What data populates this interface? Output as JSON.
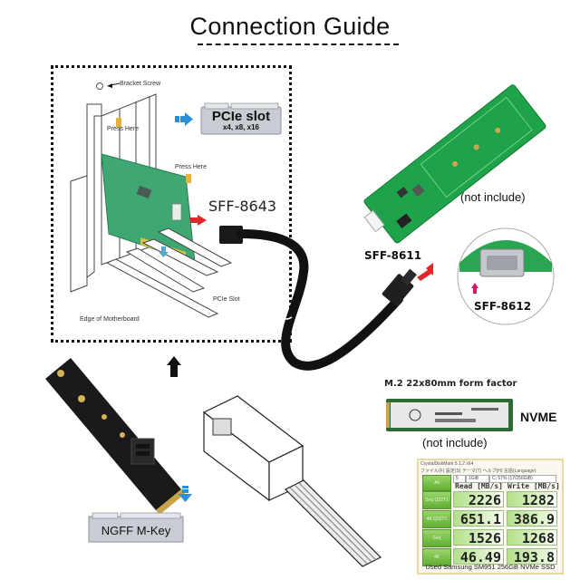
{
  "title": "Connection Guide",
  "pcie_section": {
    "bracket_screw": "Bracket Screw",
    "press_here_1": "Press Here",
    "press_here_2": "Press Here",
    "pcie_slot_label": "PCIe slot",
    "pcie_slot_sub": "x4, x8, x16",
    "pcie_slot_small": "PCIe Slot",
    "edge_of_motherboard": "Edge of Motherboard",
    "connector_label": "SFF-8643"
  },
  "adapter_board": {
    "label": "SFF-8611",
    "note": "(not include)",
    "inset_label": "SFF-8612"
  },
  "m2_adapter": {
    "slot_label": "NGFF M-Key"
  },
  "ssd": {
    "form_factor": "M.2 22x80mm form factor",
    "type_label": "NVME",
    "note": "(not include)"
  },
  "benchmark": {
    "window_title": "CrystalDiskMark 5.1.2 x64",
    "menu": "ファイル(F)  設定(S)  テーマ(T)  ヘルプ(H)  言語(Language)",
    "select_count": "5",
    "select_size": "1GiB",
    "select_drive": "C: 57% (17/256GiB)",
    "all_button": "All",
    "headers": {
      "read": "Read [MB/s]",
      "write": "Write [MB/s]"
    },
    "rows": [
      {
        "test": "Seq Q32T1",
        "read": "2226",
        "write": "1282"
      },
      {
        "test": "4K Q32T1",
        "read": "651.1",
        "write": "386.9"
      },
      {
        "test": "Seq",
        "read": "1526",
        "write": "1268"
      },
      {
        "test": "4K",
        "read": "46.49",
        "write": "193.8"
      }
    ],
    "caption": "Used Samsung SM951 256GB NVMe SSD"
  },
  "colors": {
    "pcb_green": "#1f9a3f",
    "arrow_blue": "#2a8fd6",
    "arrow_red": "#e0262b",
    "arrow_pink": "#d81b60",
    "cable_black": "#111111"
  }
}
